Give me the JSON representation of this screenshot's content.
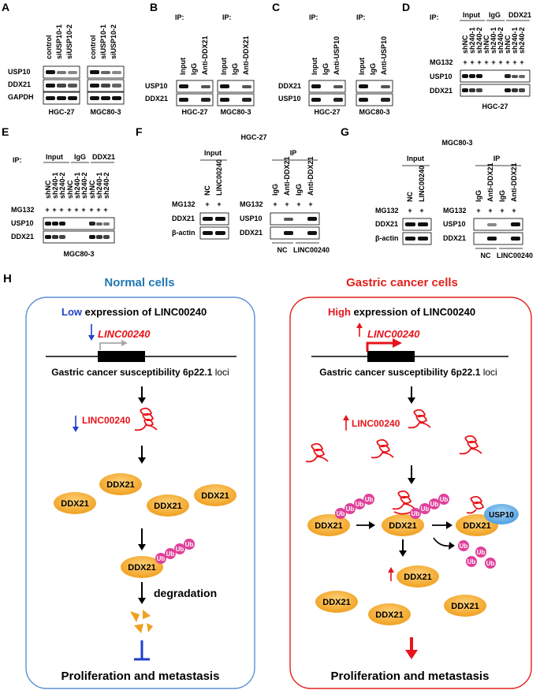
{
  "panels": {
    "A": {
      "letter": "A",
      "lanes": [
        "control",
        "siUSP10-1",
        "siUSP10-2"
      ],
      "rows": [
        "USP10",
        "DDX21",
        "GAPDH"
      ],
      "cells": [
        "HGC-27",
        "MGC80-3"
      ]
    },
    "B": {
      "letter": "B",
      "ip": "IP:",
      "lanes": [
        "Input",
        "IgG",
        "Anti-DDX21"
      ],
      "rows": [
        "USP10",
        "DDX21"
      ],
      "cells": [
        "HGC-27",
        "MGC80-3"
      ]
    },
    "C": {
      "letter": "C",
      "ip": "IP:",
      "lanes": [
        "Input",
        "IgG",
        "Anti-USP10"
      ],
      "rows": [
        "DDX21",
        "USP10"
      ],
      "cells": [
        "HGC-27",
        "MGC80-3"
      ]
    },
    "D": {
      "letter": "D",
      "ip": "IP:",
      "groups": [
        "Input",
        "IgG",
        "DDX21"
      ],
      "lanes": [
        "shNC",
        "sh240-1",
        "sh240-2",
        "shNC",
        "sh240-1",
        "sh240-2",
        "shNC",
        "sh240-1",
        "sh240-2"
      ],
      "mg": "MG132",
      "plus": "+",
      "rows": [
        "USP10",
        "DDX21"
      ],
      "cell": "HGC-27"
    },
    "E": {
      "letter": "E",
      "ip": "IP:",
      "groups": [
        "Input",
        "IgG",
        "DDX21"
      ],
      "lanes": [
        "shNC",
        "sh240-1",
        "sh240-2",
        "shNC",
        "sh240-1",
        "sh240-2",
        "shNC",
        "sh240-1",
        "sh240-2"
      ],
      "mg": "MG132",
      "plus": "+",
      "rows": [
        "USP10",
        "DDX21"
      ],
      "cell": "MGC80-3"
    },
    "F": {
      "letter": "F",
      "cell": "HGC-27",
      "input": "Input",
      "ip": "IP",
      "input_lanes": [
        "NC",
        "LINC00240"
      ],
      "ip_lanes": [
        "IgG",
        "Anti-DDX21",
        "IgG",
        "Anti-DDX21"
      ],
      "mg": "MG132",
      "plus": "+",
      "input_rows": [
        "DDX21",
        "β-actin"
      ],
      "ip_rows": [
        "USP10",
        "DDX21"
      ],
      "groups": [
        "NC",
        "LINC00240"
      ]
    },
    "G": {
      "letter": "G",
      "cell": "MGC80-3",
      "input": "Input",
      "ip": "IP",
      "input_lanes": [
        "NC",
        "LINC00240"
      ],
      "ip_lanes": [
        "IgG",
        "Anti-DDX21",
        "IgG",
        "Anti-DDX21"
      ],
      "mg": "MG132",
      "plus": "+",
      "input_rows": [
        "DDX21",
        "β-actin"
      ],
      "ip_rows": [
        "USP10",
        "DDX21"
      ],
      "groups": [
        "NC",
        "LINC00240"
      ]
    }
  },
  "model": {
    "letter": "H",
    "normal": {
      "title": "Normal cells",
      "expr_level": "Low",
      "expr_rest": " expression of LINC00240",
      "gene": "LINC00240",
      "locus_main": "Gastric cancer susceptibility 6p22.1 ",
      "locus_end": "loci",
      "lnc_label": "LINC00240",
      "ddx": "DDX21",
      "ub": "Ub",
      "degradation": "degradation",
      "outcome": "Proliferation and metastasis"
    },
    "cancer": {
      "title": "Gastric cancer cells",
      "expr_level": "High",
      "expr_rest": " expression of LINC00240",
      "gene": "LINC00240",
      "locus_main": "Gastric cancer susceptibility 6p22.1 ",
      "locus_end": "loci",
      "lnc_label": "LINC00240",
      "ddx": "DDX21",
      "ub": "Ub",
      "usp": "USP10",
      "outcome": "Proliferation and metastasis"
    }
  },
  "colors": {
    "normal_title": "#1f77b4",
    "normal_border": "#5b8fd6",
    "cancer_title": "#e0201b",
    "cancer_border": "#e0201b",
    "blue_arrow": "#1f3fcc",
    "red": "#e8141b",
    "ddx_fill": "#f5a623",
    "ub_fill": "#e0409a",
    "usp_fill": "#5aa9e6"
  }
}
